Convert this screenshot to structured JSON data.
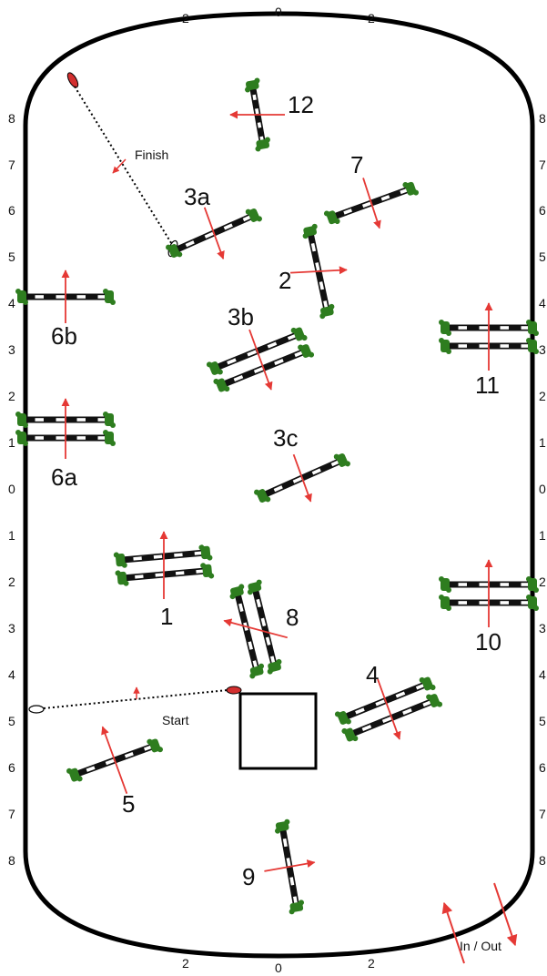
{
  "axis_top": [
    "2",
    "0",
    "2"
  ],
  "axis_bottom": [
    "2",
    "0",
    "2"
  ],
  "axis_left": [
    "8",
    "7",
    "6",
    "5",
    "4",
    "3",
    "2",
    "1",
    "0",
    "1",
    "2",
    "3",
    "4",
    "5",
    "6",
    "7",
    "8"
  ],
  "axis_right": [
    "8",
    "7",
    "6",
    "5",
    "4",
    "3",
    "2",
    "1",
    "0",
    "1",
    "2",
    "3",
    "4",
    "5",
    "6",
    "7",
    "8"
  ],
  "finish_label": "Finish",
  "start_label": "Start",
  "in_out_label": "In / Out",
  "jumps": [
    {
      "id": "12",
      "label": "12",
      "kind": "vertical"
    },
    {
      "id": "7",
      "label": "7",
      "kind": "vertical"
    },
    {
      "id": "3a",
      "label": "3a",
      "kind": "vertical"
    },
    {
      "id": "2",
      "label": "2",
      "kind": "vertical"
    },
    {
      "id": "6b",
      "label": "6b",
      "kind": "vertical"
    },
    {
      "id": "3b",
      "label": "3b",
      "kind": "oxer"
    },
    {
      "id": "11",
      "label": "11",
      "kind": "oxer"
    },
    {
      "id": "6a",
      "label": "6a",
      "kind": "oxer"
    },
    {
      "id": "3c",
      "label": "3c",
      "kind": "vertical"
    },
    {
      "id": "1",
      "label": "1",
      "kind": "oxer"
    },
    {
      "id": "10",
      "label": "10",
      "kind": "oxer"
    },
    {
      "id": "8",
      "label": "8",
      "kind": "oxer"
    },
    {
      "id": "4",
      "label": "4",
      "kind": "oxer"
    },
    {
      "id": "5",
      "label": "5",
      "kind": "vertical"
    },
    {
      "id": "9",
      "label": "9",
      "kind": "vertical"
    }
  ],
  "colors": {
    "arena_line": "#000000",
    "rail_dark": "#111111",
    "rail_light": "#ffffff",
    "standard": "#2e7d1f",
    "arrow": "#e53935",
    "arrow_head_fill": "#888888",
    "flag": "#d32f2f"
  }
}
